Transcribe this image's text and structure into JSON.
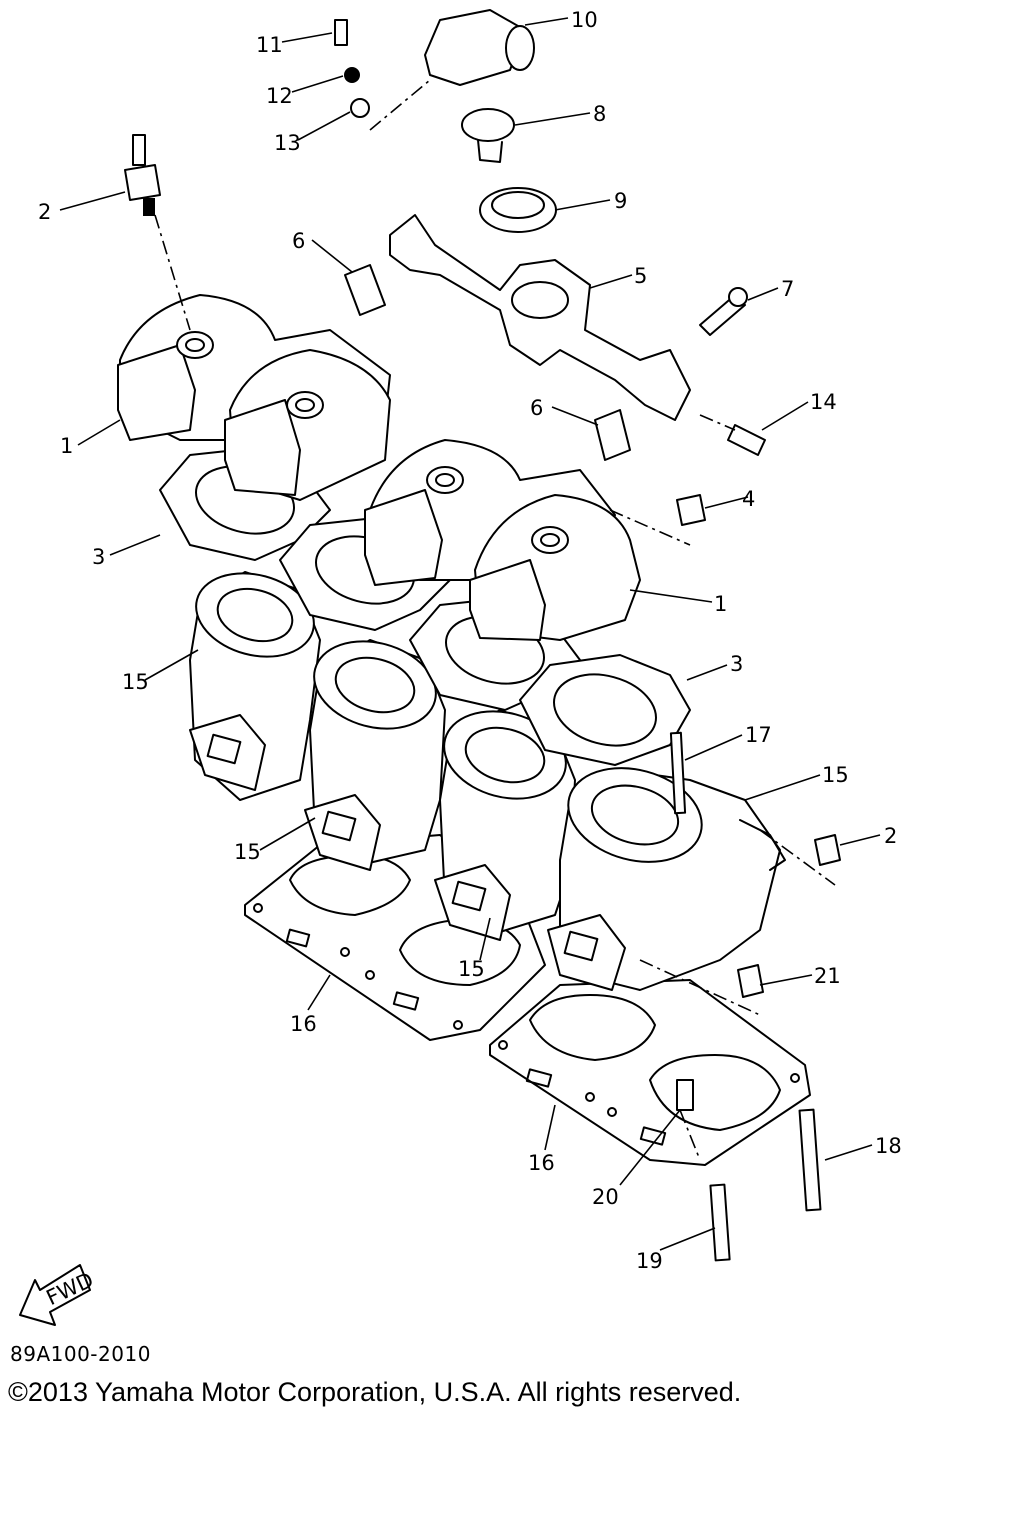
{
  "diagram": {
    "callouts": [
      {
        "id": "c11",
        "label": "11"
      },
      {
        "id": "c10",
        "label": "10"
      },
      {
        "id": "c12",
        "label": "12"
      },
      {
        "id": "c13",
        "label": "13"
      },
      {
        "id": "c8",
        "label": "8"
      },
      {
        "id": "c2a",
        "label": "2"
      },
      {
        "id": "c9",
        "label": "9"
      },
      {
        "id": "c6a",
        "label": "6"
      },
      {
        "id": "c5",
        "label": "5"
      },
      {
        "id": "c7",
        "label": "7"
      },
      {
        "id": "c6b",
        "label": "6"
      },
      {
        "id": "c14",
        "label": "14"
      },
      {
        "id": "c1a",
        "label": "1"
      },
      {
        "id": "c4",
        "label": "4"
      },
      {
        "id": "c3a",
        "label": "3"
      },
      {
        "id": "c1b",
        "label": "1"
      },
      {
        "id": "c15a",
        "label": "15"
      },
      {
        "id": "c3b",
        "label": "3"
      },
      {
        "id": "c17",
        "label": "17"
      },
      {
        "id": "c15b",
        "label": "15"
      },
      {
        "id": "c15c",
        "label": "15"
      },
      {
        "id": "c2b",
        "label": "2"
      },
      {
        "id": "c15d",
        "label": "15"
      },
      {
        "id": "c21",
        "label": "21"
      },
      {
        "id": "c16a",
        "label": "16"
      },
      {
        "id": "c18",
        "label": "18"
      },
      {
        "id": "c16b",
        "label": "16"
      },
      {
        "id": "c20",
        "label": "20"
      },
      {
        "id": "c19",
        "label": "19"
      }
    ],
    "fwd_label": "FWD",
    "part_code": "89A100-2010",
    "copyright": "©2013 Yamaha Motor Corporation, U.S.A. All rights reserved."
  }
}
